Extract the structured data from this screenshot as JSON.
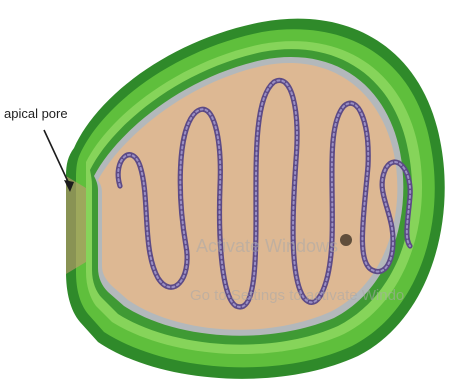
{
  "diagram": {
    "labels": {
      "apical_pore": "apical pore"
    },
    "colors": {
      "outer_wall": "#2f8a2a",
      "wall_mid": "#5fbf3c",
      "wall_light": "#86d45a",
      "inner_rim": "#b3b8bb",
      "interior": "#ddb893",
      "dna_strand": "#5c4a86",
      "dna_highlight": "#9a8fc4",
      "arrow": "#1c1c1c"
    }
  },
  "watermark": {
    "line1": "Activate Windows",
    "line2": "Go to Settings to activate Windo"
  }
}
